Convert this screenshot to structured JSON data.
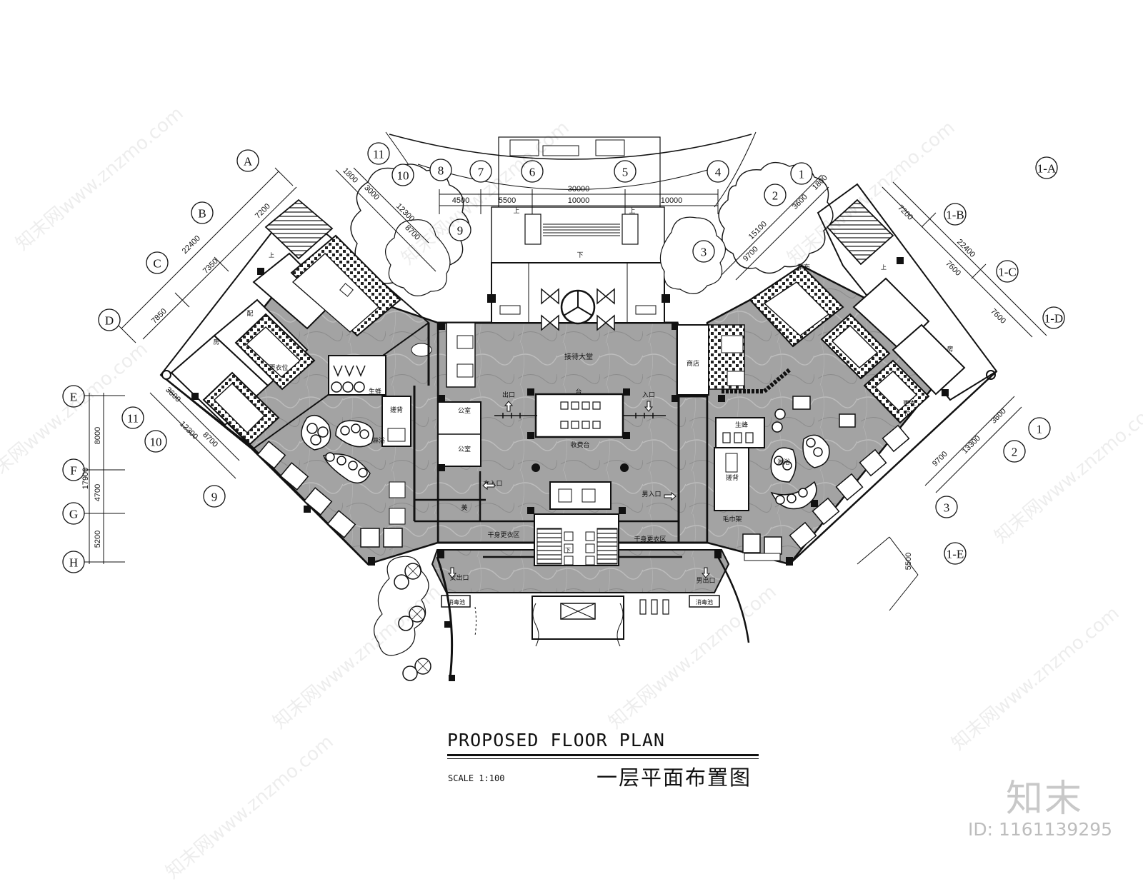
{
  "title": {
    "english": "PROPOSED FLOOR PLAN",
    "chinese": "一层平面布置图",
    "scale": "SCALE 1:100"
  },
  "brand": {
    "logo_text": "知末",
    "image_id": "ID: 1161139295",
    "watermark": "知末网www.znzmo.com"
  },
  "axes": {
    "top": [
      "11",
      "10",
      "8",
      "7",
      "6",
      "5",
      "4",
      "1",
      "2"
    ],
    "left_letters": [
      "A",
      "B",
      "C",
      "D"
    ],
    "left_numbers": [
      "11",
      "10",
      "9"
    ],
    "left_vertical": [
      "E",
      "F",
      "G",
      "H"
    ],
    "right_letters": [
      "1-A",
      "1-B",
      "1-C",
      "1-D",
      "1-E"
    ],
    "right_numbers": [
      "1",
      "2",
      "3"
    ],
    "top_left_nine": "9",
    "top_right_three": "3"
  },
  "dimensions": {
    "top_total": "30000",
    "top_segments": [
      "4500",
      "5500",
      "10000",
      "10000"
    ],
    "left_top": [
      "1800",
      "3000",
      "12300",
      "8700"
    ],
    "left_diag": [
      "22400",
      "7200",
      "7350",
      "7850"
    ],
    "left_lower": [
      "3600",
      "12300",
      "8700"
    ],
    "left_vertical": [
      "8000",
      "17900",
      "4700",
      "5200"
    ],
    "right_top": [
      "1800",
      "3600",
      "15100",
      "9700"
    ],
    "right_diag": [
      "22400",
      "7200",
      "7600",
      "7600"
    ],
    "right_lower": [
      "3600",
      "13300",
      "9700"
    ],
    "right_bottom": "5500"
  },
  "rooms": {
    "lobby": "接待大堂",
    "desk": "台",
    "cashier": "收费台",
    "exit": "出口",
    "entry": "入口",
    "office": "公室",
    "office2": "公室",
    "women_in": "女入口",
    "men_in": "男入口",
    "beauty": "美",
    "dry_change_l": "干身更衣区",
    "dry_change_r": "干身更衣区",
    "towel": "毛巾架",
    "women_out": "女出口",
    "men_out": "男出口",
    "disinfect_l": "消毒池",
    "disinfect_r": "消毒池",
    "shop": "商店",
    "cloth": "草布",
    "steam_l": "生蜂",
    "steam_r": "生蜂",
    "locker_l": "更衣位",
    "locker_r": "更衣",
    "locker_r2": "位",
    "rub_l": "搓背",
    "rub_r": "搓背",
    "bath_l": "淋浴",
    "bath_r": "淋浴",
    "room_l": "房",
    "room_r": "房",
    "dist": "配",
    "up1": "上",
    "up2": "上",
    "down": "下",
    "down2": "下",
    "up_l": "上",
    "up_r": "上"
  },
  "colors": {
    "floor": "#9a9a9a",
    "wall": "#111111",
    "column": "#111111",
    "brand_grey": "#c8c8c8"
  }
}
